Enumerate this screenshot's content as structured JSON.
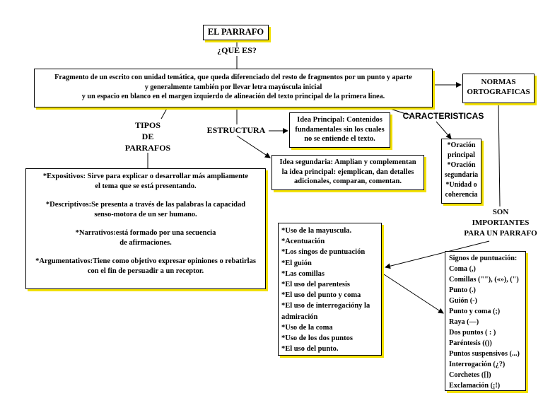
{
  "title": "EL PARRAFO",
  "question": "¿QUE ES?",
  "definition": [
    "Fragmento de un escrito con unidad temática, que queda diferenciado del resto de fragmentos por un punto y aparte",
    "y generalmente también por llevar letra mayúscula inicial",
    "y un espacio en blanco en el margen izquierdo de alineación del texto principal de la primera línea."
  ],
  "normas": [
    "NORMAS",
    "ORTOGRAFICAS"
  ],
  "caracteristicas": "CARACTERISTICAS",
  "caracteristicas_items": [
    "*Oración",
    "principal",
    "*Oración",
    "segundaria",
    "*Unidad o",
    "coherencia"
  ],
  "tipos_label": [
    "TIPOS",
    "DE",
    "PARRAFOS"
  ],
  "estructura_label": "ESTRUCTURA",
  "idea_principal": [
    "Idea Principal: Contenidos",
    "fundamentales sin los cuales",
    "no se entiende el texto."
  ],
  "idea_segundaria": [
    "Idea segundaria: Amplian y complementan",
    "la idea principal: ejemplican, dan detalles",
    "adicionales, comparan, comentan."
  ],
  "tipos": [
    [
      "*Expositivos: Sirve para explicar o desarrollar más ampliamente",
      "el tema que se está presentando."
    ],
    [
      "*Descriptivos:Se presenta a través de las palabras la capacidad",
      "senso-motora de un ser humano."
    ],
    [
      "*Narrativos:está formado por una secuencia",
      "de afirmaciones."
    ],
    [
      "*Argumentativos:Tiene como objetivo expresar opiniones o rebatirlas",
      "con el fin de persuadir a un receptor."
    ]
  ],
  "son_importantes": [
    "SON",
    "IMPORTANTES",
    "PARA UN PARRAFO"
  ],
  "uses": [
    "*Uso de la mayuscula.",
    "*Acentuación",
    "*Los singos de puntuación",
    "*El guión",
    "*Las comillas",
    "*El uso del parentesis",
    "*El uso del punto y coma",
    "*El uso de interrogacióny la",
    "admiración",
    "*Uso de la coma",
    "*Uso de los dos puntos",
    "*El uso del punto."
  ],
  "signos": [
    "Signos de puntuación:",
    "Coma (,)",
    "Comillas (\"\"), («»), (\")",
    "Punto (.)",
    "Guión (-)",
    "Punto y coma (;)",
    "Raya (—)",
    "Dos puntos ( : )",
    "Paréntesis (())",
    "Puntos suspensivos (...)",
    "Interrogación (¿?)",
    "Corchetes ([])",
    "Exclamación (¡!)"
  ],
  "colors": {
    "shadow": "#f2e000",
    "border": "#000000",
    "background": "#ffffff"
  }
}
